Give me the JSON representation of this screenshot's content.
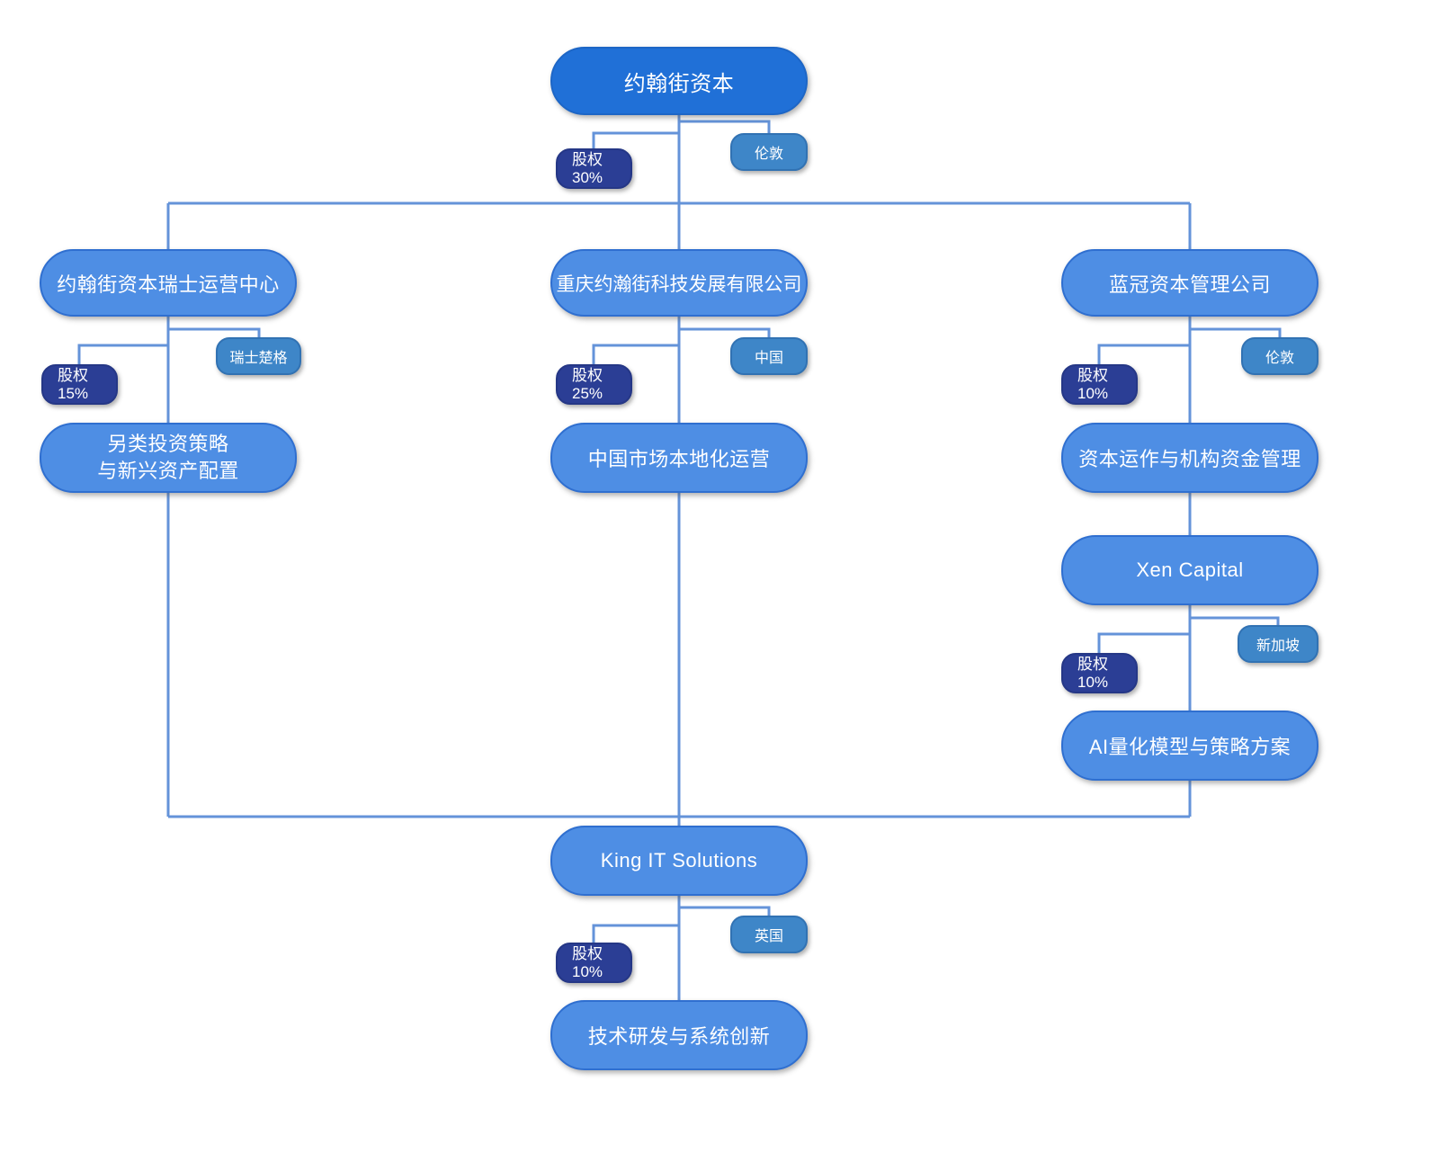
{
  "colors": {
    "root_node_fill": "#2070d7",
    "node_fill": "#4e8ee4",
    "node_border": "#2f6fd0",
    "equity_badge_fill": "#2b3e95",
    "location_badge_fill": "#3e86c8",
    "connector_line": "#6493d9",
    "text": "#ffffff",
    "background": "#ffffff"
  },
  "chart": {
    "root": {
      "name": "约翰街资本",
      "equity_label": "股权",
      "equity_value": "30%",
      "location": "伦敦"
    },
    "branches": [
      {
        "name": "约翰街资本瑞士运营中心",
        "equity_label": "股权",
        "equity_value": "15%",
        "location": "瑞士楚格",
        "child": {
          "name_line1": "另类投资策略",
          "name_line2": "与新兴资产配置"
        }
      },
      {
        "name": "重庆约瀚街科技发展有限公司",
        "equity_label": "股权",
        "equity_value": "25%",
        "location": "中国",
        "child": {
          "name": "中国市场本地化运营"
        }
      },
      {
        "name": "蓝冠资本管理公司",
        "equity_label": "股权",
        "equity_value": "10%",
        "location": "伦敦",
        "child": {
          "name": "资本运作与机构资金管理"
        },
        "subsidiary": {
          "name": "Xen Capital",
          "equity_label": "股权",
          "equity_value": "10%",
          "location": "新加坡",
          "child": {
            "name": "AI量化模型与策略方案"
          }
        }
      }
    ],
    "joint": {
      "name": "King IT Solutions",
      "equity_label": "股权",
      "equity_value": "10%",
      "location": "英国",
      "child": {
        "name": "技术研发与系统创新"
      }
    }
  }
}
